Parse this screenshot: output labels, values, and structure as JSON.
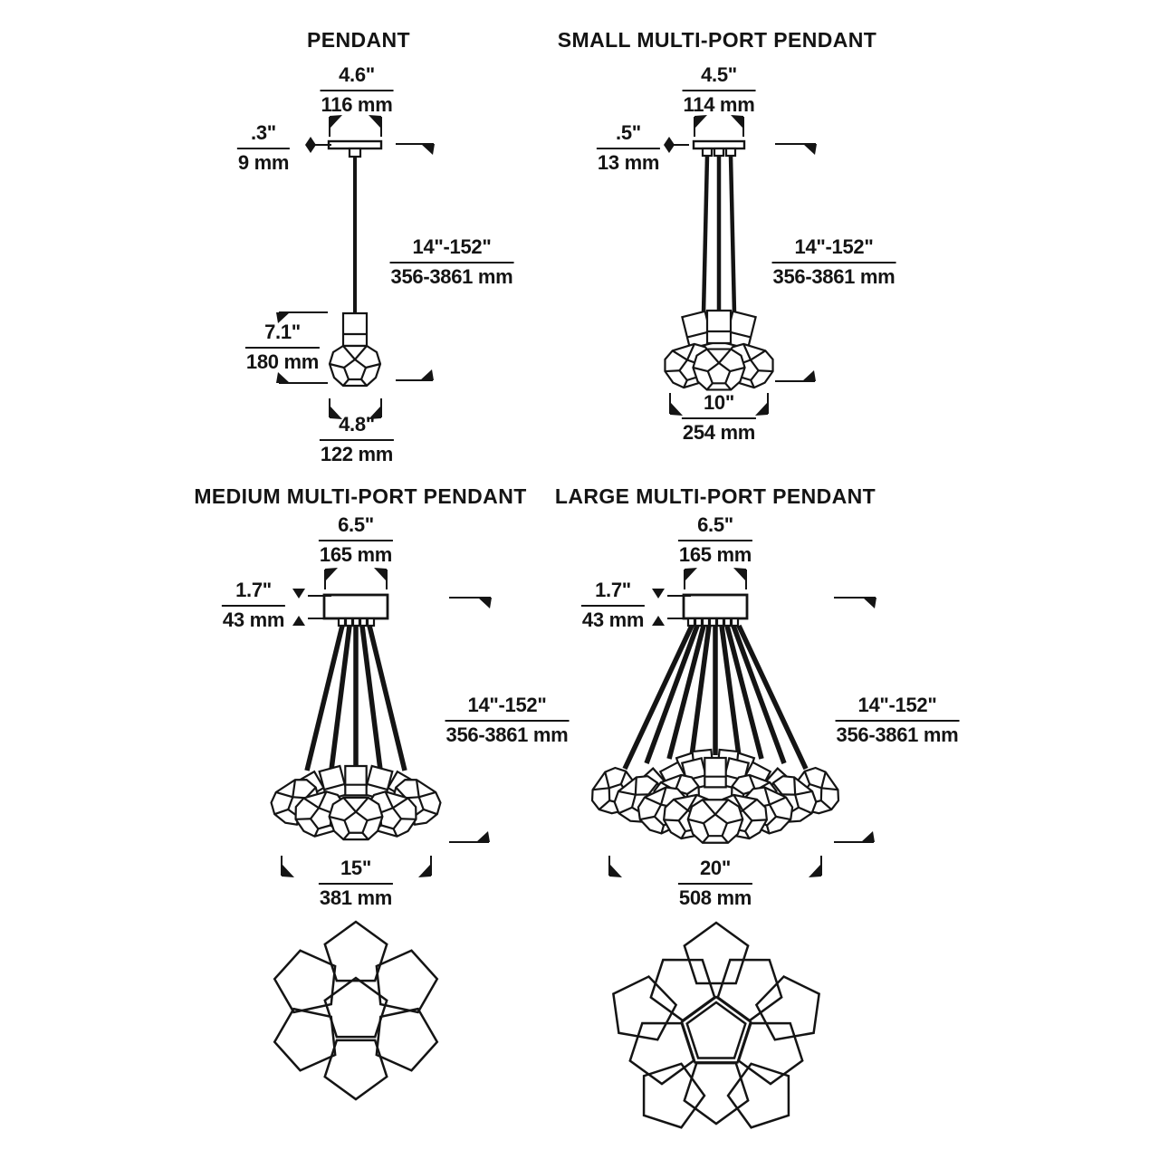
{
  "page": {
    "background": "#ffffff",
    "line_color": "#141414"
  },
  "pendant": {
    "title": "PENDANT",
    "canopy_width": {
      "in": "4.6\"",
      "mm": "116 mm"
    },
    "canopy_height": {
      "in": ".3\"",
      "mm": "9 mm"
    },
    "drop": {
      "in": "14\"-152\"",
      "mm": "356-3861 mm"
    },
    "fixture_height": {
      "in": "7.1\"",
      "mm": "180 mm"
    },
    "fixture_width": {
      "in": "4.8\"",
      "mm": "122 mm"
    }
  },
  "small": {
    "title": "SMALL MULTI-PORT PENDANT",
    "canopy_width": {
      "in": "4.5\"",
      "mm": "114 mm"
    },
    "canopy_height": {
      "in": ".5\"",
      "mm": "13 mm"
    },
    "drop": {
      "in": "14\"-152\"",
      "mm": "356-3861 mm"
    },
    "cluster_width": {
      "in": "10\"",
      "mm": "254 mm"
    },
    "pendant_count": 3
  },
  "medium": {
    "title": "MEDIUM MULTI-PORT PENDANT",
    "canopy_width": {
      "in": "6.5\"",
      "mm": "165 mm"
    },
    "canopy_height": {
      "in": "1.7\"",
      "mm": "43 mm"
    },
    "drop": {
      "in": "14\"-152\"",
      "mm": "356-3861 mm"
    },
    "cluster_width": {
      "in": "15\"",
      "mm": "381 mm"
    },
    "plan_pendant_count": 7
  },
  "large": {
    "title": "LARGE MULTI-PORT PENDANT",
    "canopy_width": {
      "in": "6.5\"",
      "mm": "165 mm"
    },
    "canopy_height": {
      "in": "1.7\"",
      "mm": "43 mm"
    },
    "drop": {
      "in": "14\"-152\"",
      "mm": "356-3861 mm"
    },
    "cluster_width": {
      "in": "20\"",
      "mm": "508 mm"
    },
    "plan_pendant_count": 11
  }
}
